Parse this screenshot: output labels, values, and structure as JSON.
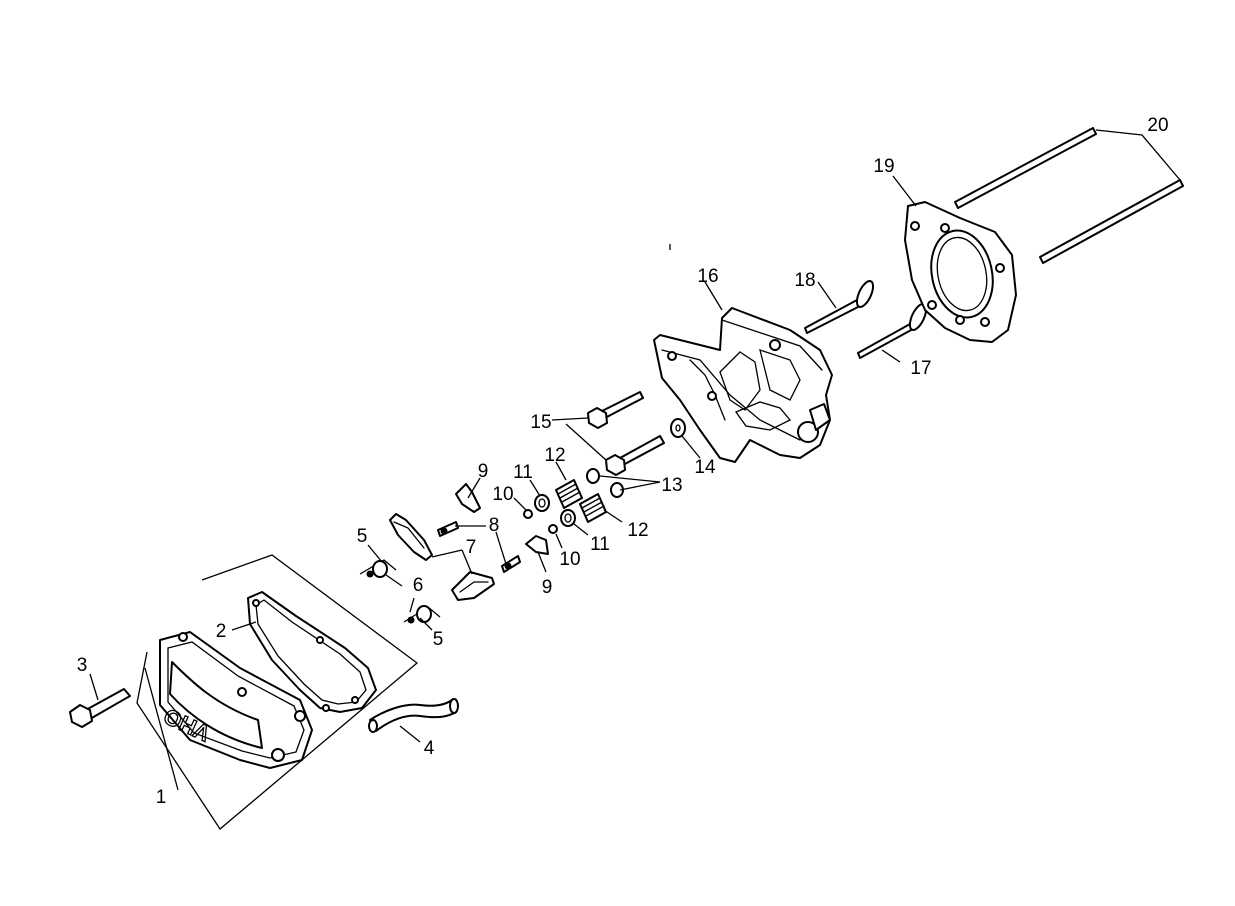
{
  "diagram": {
    "stamp_text": "OHV",
    "callouts": [
      {
        "id": "c1",
        "text": "1"
      },
      {
        "id": "c2",
        "text": "2"
      },
      {
        "id": "c3",
        "text": "3"
      },
      {
        "id": "c4",
        "text": "4"
      },
      {
        "id": "c5a",
        "text": "5"
      },
      {
        "id": "c5b",
        "text": "5"
      },
      {
        "id": "c6",
        "text": "6"
      },
      {
        "id": "c7",
        "text": "7"
      },
      {
        "id": "c8",
        "text": "8"
      },
      {
        "id": "c9a",
        "text": "9"
      },
      {
        "id": "c9b",
        "text": "9"
      },
      {
        "id": "c10a",
        "text": "10"
      },
      {
        "id": "c10b",
        "text": "10"
      },
      {
        "id": "c11a",
        "text": "11"
      },
      {
        "id": "c11b",
        "text": "11"
      },
      {
        "id": "c12a",
        "text": "12"
      },
      {
        "id": "c12b",
        "text": "12"
      },
      {
        "id": "c13",
        "text": "13"
      },
      {
        "id": "c14",
        "text": "14"
      },
      {
        "id": "c15",
        "text": "15"
      },
      {
        "id": "c16",
        "text": "16"
      },
      {
        "id": "c17",
        "text": "17"
      },
      {
        "id": "c18",
        "text": "18"
      },
      {
        "id": "c19",
        "text": "19"
      },
      {
        "id": "c20",
        "text": "20"
      }
    ]
  }
}
